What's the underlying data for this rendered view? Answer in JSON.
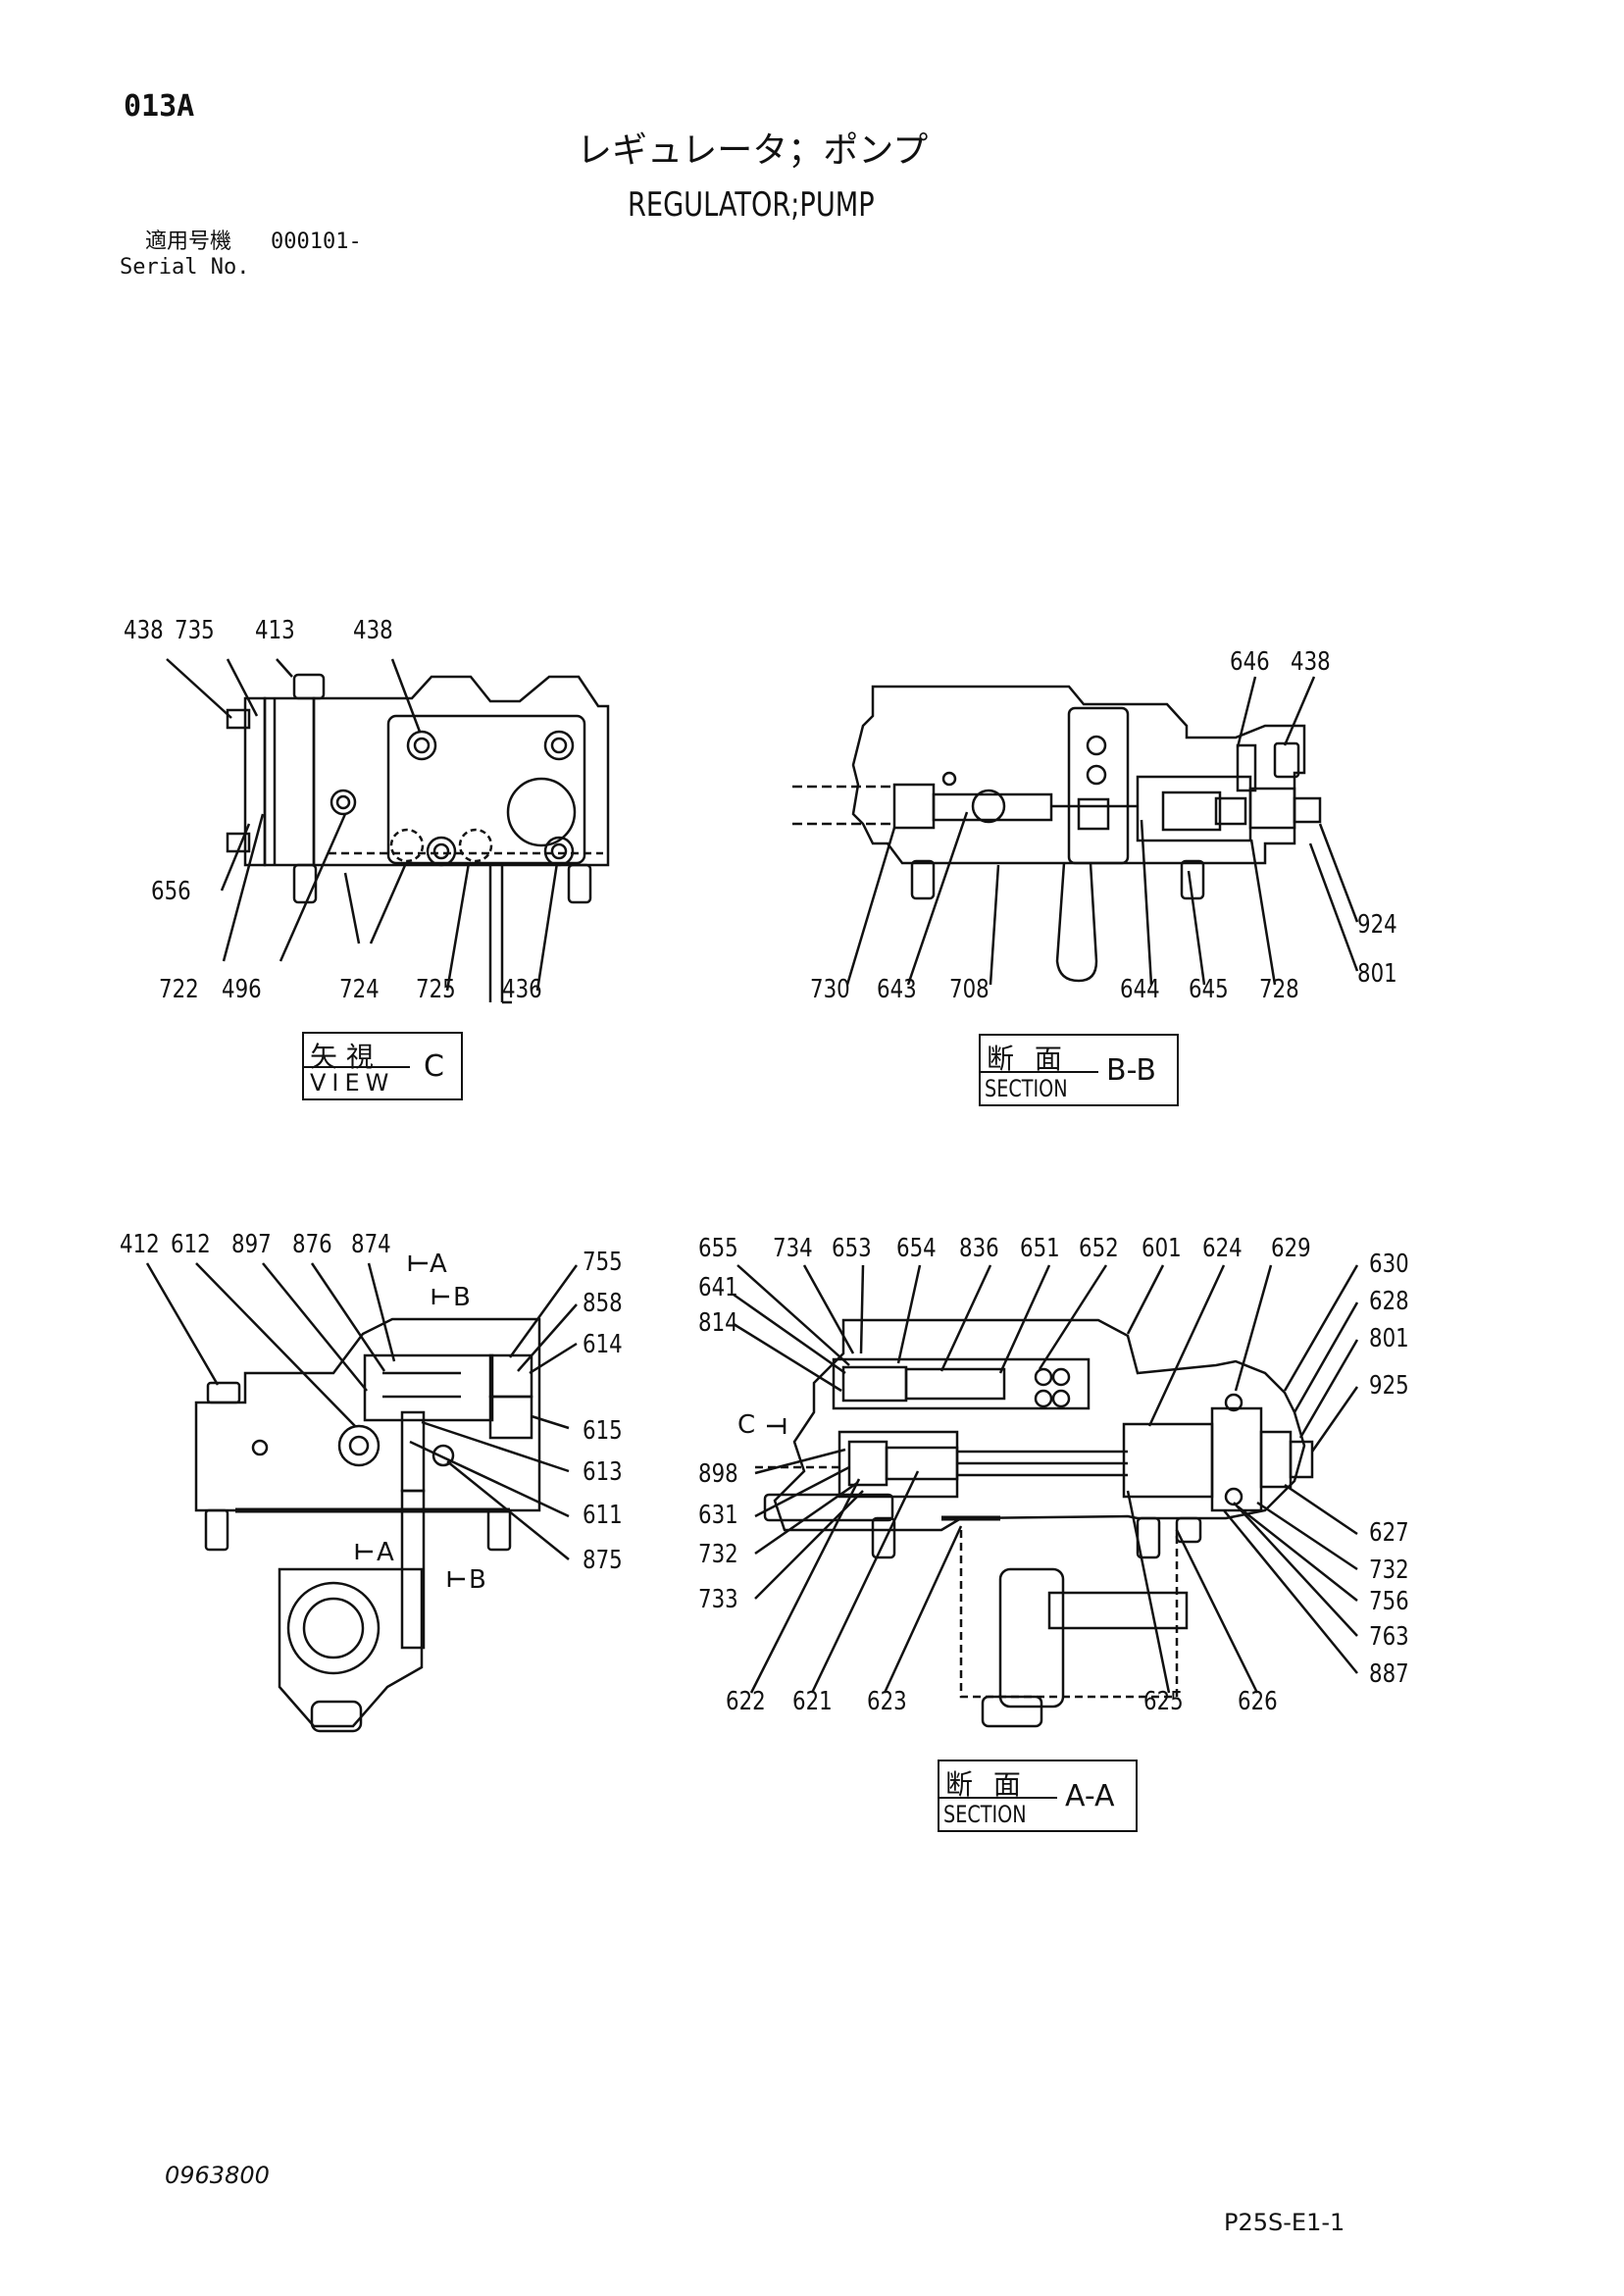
{
  "page_id": "013A",
  "title": {
    "jp": "レギュレータ；ポンプ",
    "en": "REGULATOR;PUMP"
  },
  "serial": {
    "label_jp": "適用号機",
    "value": "000101-",
    "label_en": "Serial No."
  },
  "view_c": {
    "label_jp": "矢 視",
    "label_en": "VIEW",
    "letter": "C",
    "part_numbers": [
      "438",
      "735",
      "413",
      "438",
      "656",
      "722",
      "496",
      "724",
      "725",
      "436"
    ]
  },
  "section_bb": {
    "label_jp": "断 面",
    "label_en": "SECTION",
    "letter": "B-B",
    "part_numbers": [
      "646",
      "438",
      "924",
      "801",
      "730",
      "643",
      "708",
      "644",
      "645",
      "728"
    ]
  },
  "section_left": {
    "part_numbers": [
      "412",
      "612",
      "897",
      "876",
      "874",
      "755",
      "858",
      "614",
      "615",
      "613",
      "611",
      "875"
    ],
    "direction_marks": [
      "A",
      "B",
      "A",
      "B"
    ]
  },
  "section_aa": {
    "label_jp": "断 面",
    "label_en": "SECTION",
    "letter": "A-A",
    "part_numbers": [
      "655",
      "734",
      "653",
      "654",
      "836",
      "651",
      "652",
      "601",
      "624",
      "629",
      "641",
      "814",
      "630",
      "628",
      "801",
      "925",
      "898",
      "631",
      "732",
      "733",
      "627",
      "732",
      "756",
      "763",
      "887",
      "622",
      "621",
      "623",
      "625",
      "626"
    ],
    "direction_mark": "C"
  },
  "footer": {
    "drawing_no": "0963800",
    "sheet": "P25S-E1-1"
  }
}
